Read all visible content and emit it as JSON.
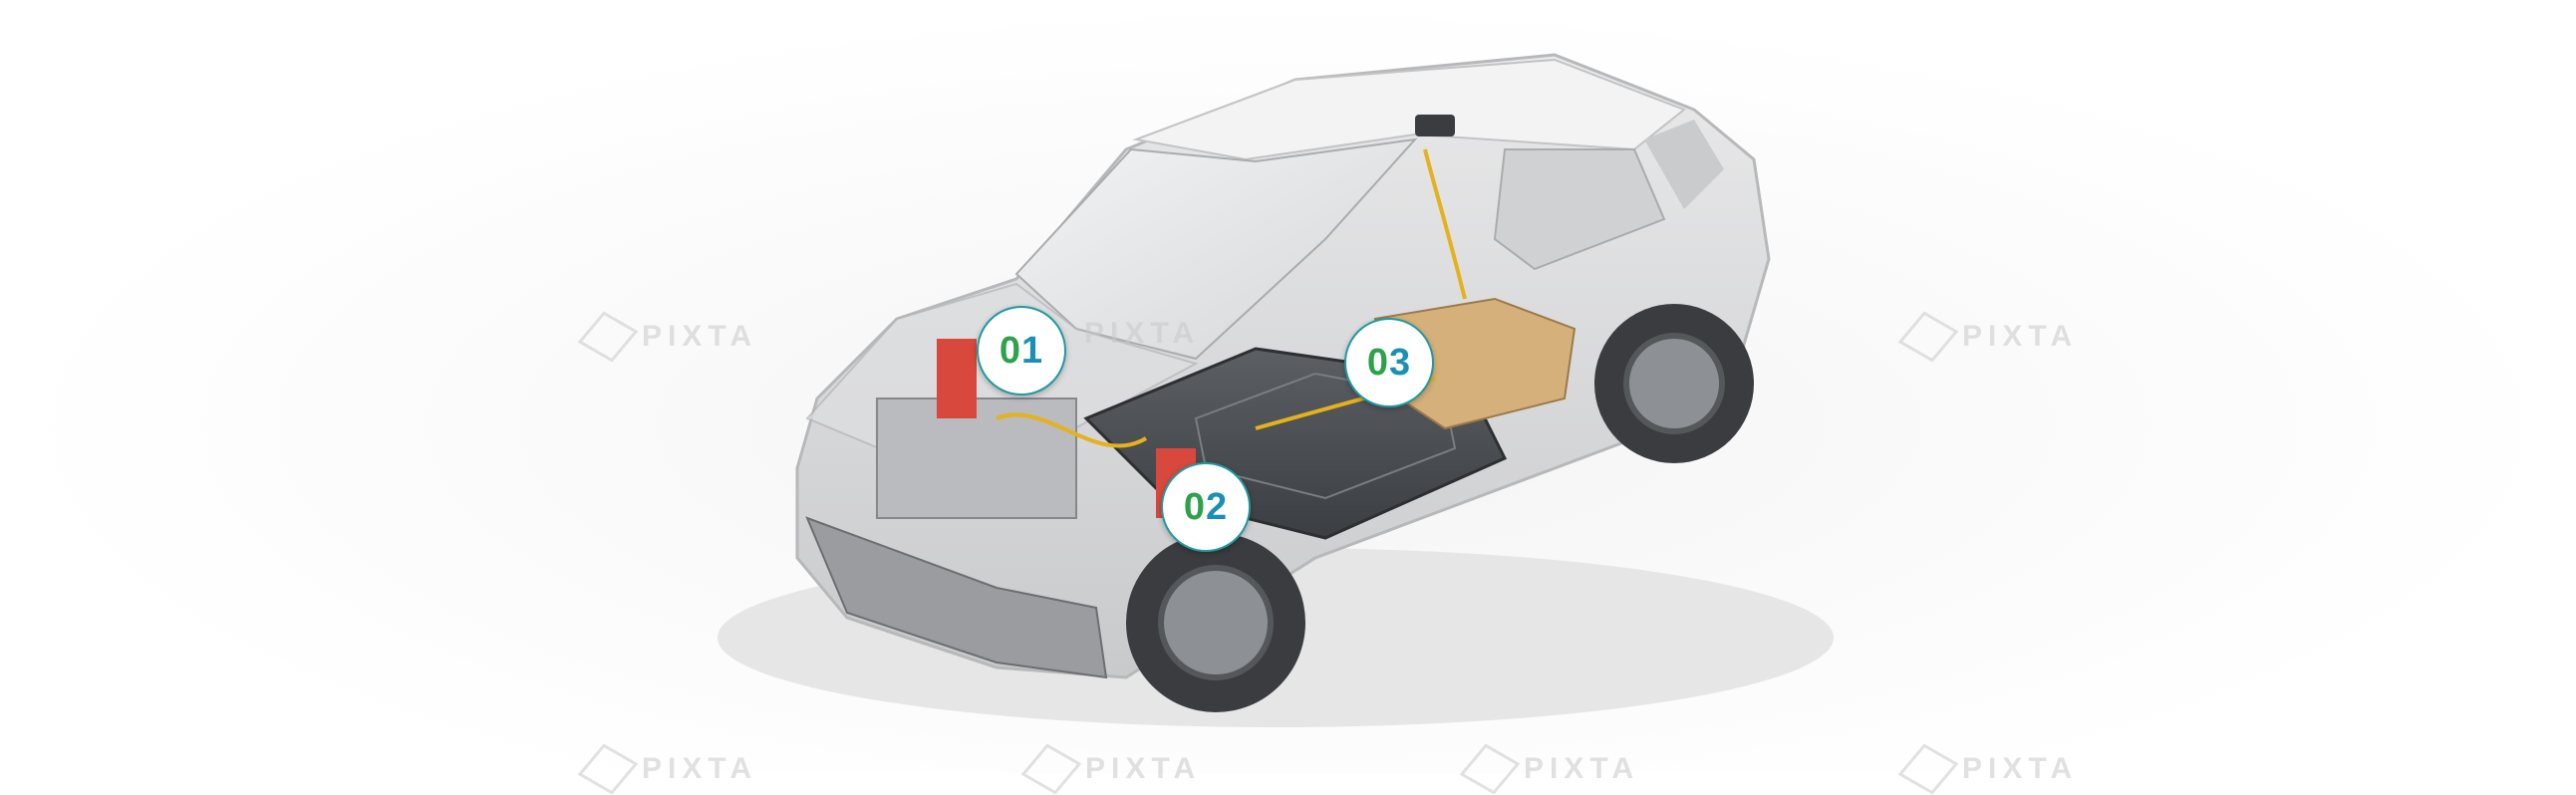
{
  "markers": [
    {
      "label": "01"
    },
    {
      "label": "02"
    },
    {
      "label": "03"
    }
  ],
  "watermark": {
    "text": "PIXTA"
  },
  "colors": {
    "marker_green": "#2ea24a",
    "marker_blue": "#1a90b4",
    "marker_border": "#1f9aa0"
  }
}
